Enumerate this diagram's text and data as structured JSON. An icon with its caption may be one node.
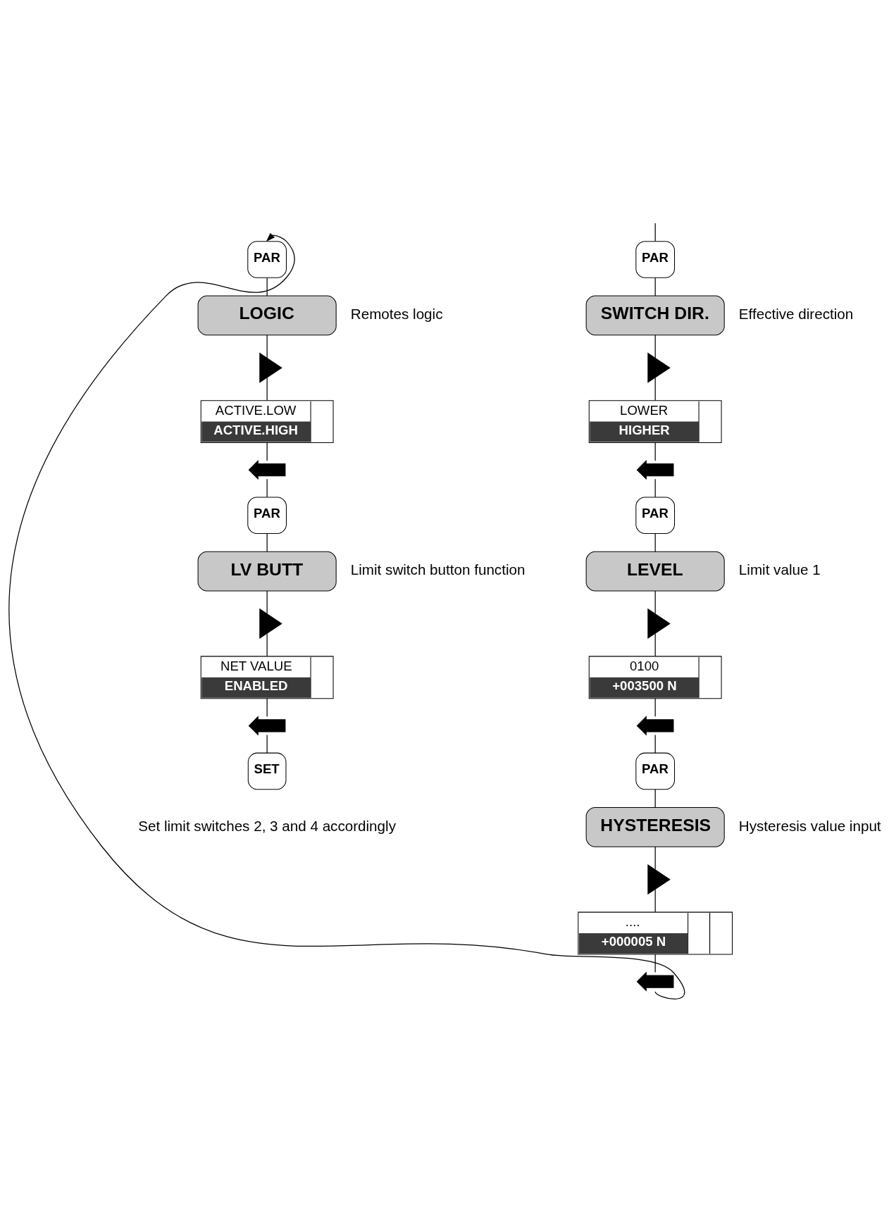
{
  "diagram": {
    "nodes": [
      {
        "text": [
          "PAR"
        ]
      },
      {
        "text": [
          "SWITCH DIR."
        ],
        "beside": [
          "Effective direction"
        ]
      },
      {
        "text": [],
        "shape": "triangle"
      },
      {
        "text": [
          "LOWER",
          "HIGHER"
        ]
      },
      {
        "text": [],
        "shape": "arrow"
      },
      {
        "text": [
          "PAR"
        ]
      },
      {
        "text": [
          "LEVEL"
        ],
        "beside": [
          "Limit value 1"
        ]
      },
      {
        "text": [],
        "shape": "triangle"
      },
      {
        "text": [
          "0100",
          "+003500 N"
        ]
      },
      {
        "text": [],
        "shape": "arrow"
      },
      {
        "text": [
          "PAR"
        ]
      },
      {
        "text": [
          "HYSTERESIS"
        ],
        "beside": [
          "Hysteresis value input"
        ]
      },
      {
        "text": [],
        "shape": "triangle"
      },
      {
        "text": [
          "....",
          "+000005 N"
        ]
      },
      {
        "text": [],
        "shape": "arrow"
      },
      {
        "text": [
          "PAR"
        ]
      },
      {
        "text": [
          "LOGIC"
        ],
        "beside": [
          "Remotes logic"
        ]
      },
      {
        "text": [],
        "shape": "triangle"
      },
      {
        "text": [
          "ACTIVE.LOW",
          "ACTIVE.HIGH"
        ]
      },
      {
        "text": [],
        "shape": "arrow"
      },
      {
        "text": [
          "PAR"
        ]
      },
      {
        "text": [
          "LV BUTT"
        ],
        "beside": [
          "Limit switch button function"
        ]
      },
      {
        "text": [],
        "shape": "triangle"
      },
      {
        "text": [
          "NET VALUE",
          "ENABLED"
        ]
      },
      {
        "text": [],
        "shape": "arrow"
      },
      {
        "text": [
          "SET"
        ]
      }
    ],
    "edges": [
      {
        "from": null,
        "to": 0,
        "arrow": "none"
      },
      {
        "from": 0,
        "to": 1,
        "arrow": "none"
      },
      {
        "from": 1,
        "to": 2,
        "arrow": "none"
      },
      {
        "from": 2,
        "to": 3,
        "arrow": "none"
      },
      {
        "from": 3,
        "to": 4,
        "arrow": "none"
      },
      {
        "from": 4,
        "to": 5,
        "arrow": "none"
      },
      {
        "from": 5,
        "to": 6,
        "arrow": "none"
      },
      {
        "from": 6,
        "to": 7,
        "arrow": "none"
      },
      {
        "from": 7,
        "to": 8,
        "arrow": "none"
      },
      {
        "from": 8,
        "to": 9,
        "arrow": "none"
      },
      {
        "from": 9,
        "to": 10,
        "arrow": "none"
      },
      {
        "from": 10,
        "to": 11,
        "arrow": "none"
      },
      {
        "from": 11,
        "to": 12,
        "arrow": "none"
      },
      {
        "from": 12,
        "to": 13,
        "arrow": "none"
      },
      {
        "from": 13,
        "to": 14,
        "arrow": "none"
      },
      {
        "from": 14,
        "to": 15,
        "arrow": "to"
      },
      {
        "from": 15,
        "to": 16,
        "arrow": "none"
      },
      {
        "from": 16,
        "to": 17,
        "arrow": "none"
      },
      {
        "from": 17,
        "to": 18,
        "arrow": "none"
      },
      {
        "from": 18,
        "to": 19,
        "arrow": "none"
      },
      {
        "from": 19,
        "to": 20,
        "arrow": "none"
      },
      {
        "from": 20,
        "to": 21,
        "arrow": "none"
      },
      {
        "from": 21,
        "to": 22,
        "arrow": "none"
      },
      {
        "from": 22,
        "to": 23,
        "arrow": "none"
      },
      {
        "from": 23,
        "to": 24,
        "arrow": "none"
      },
      {
        "from": 24,
        "to": 25,
        "arrow": "none"
      }
    ],
    "labels": [
      "Set limit switches 2, 3 and 4 accordingly"
    ]
  }
}
